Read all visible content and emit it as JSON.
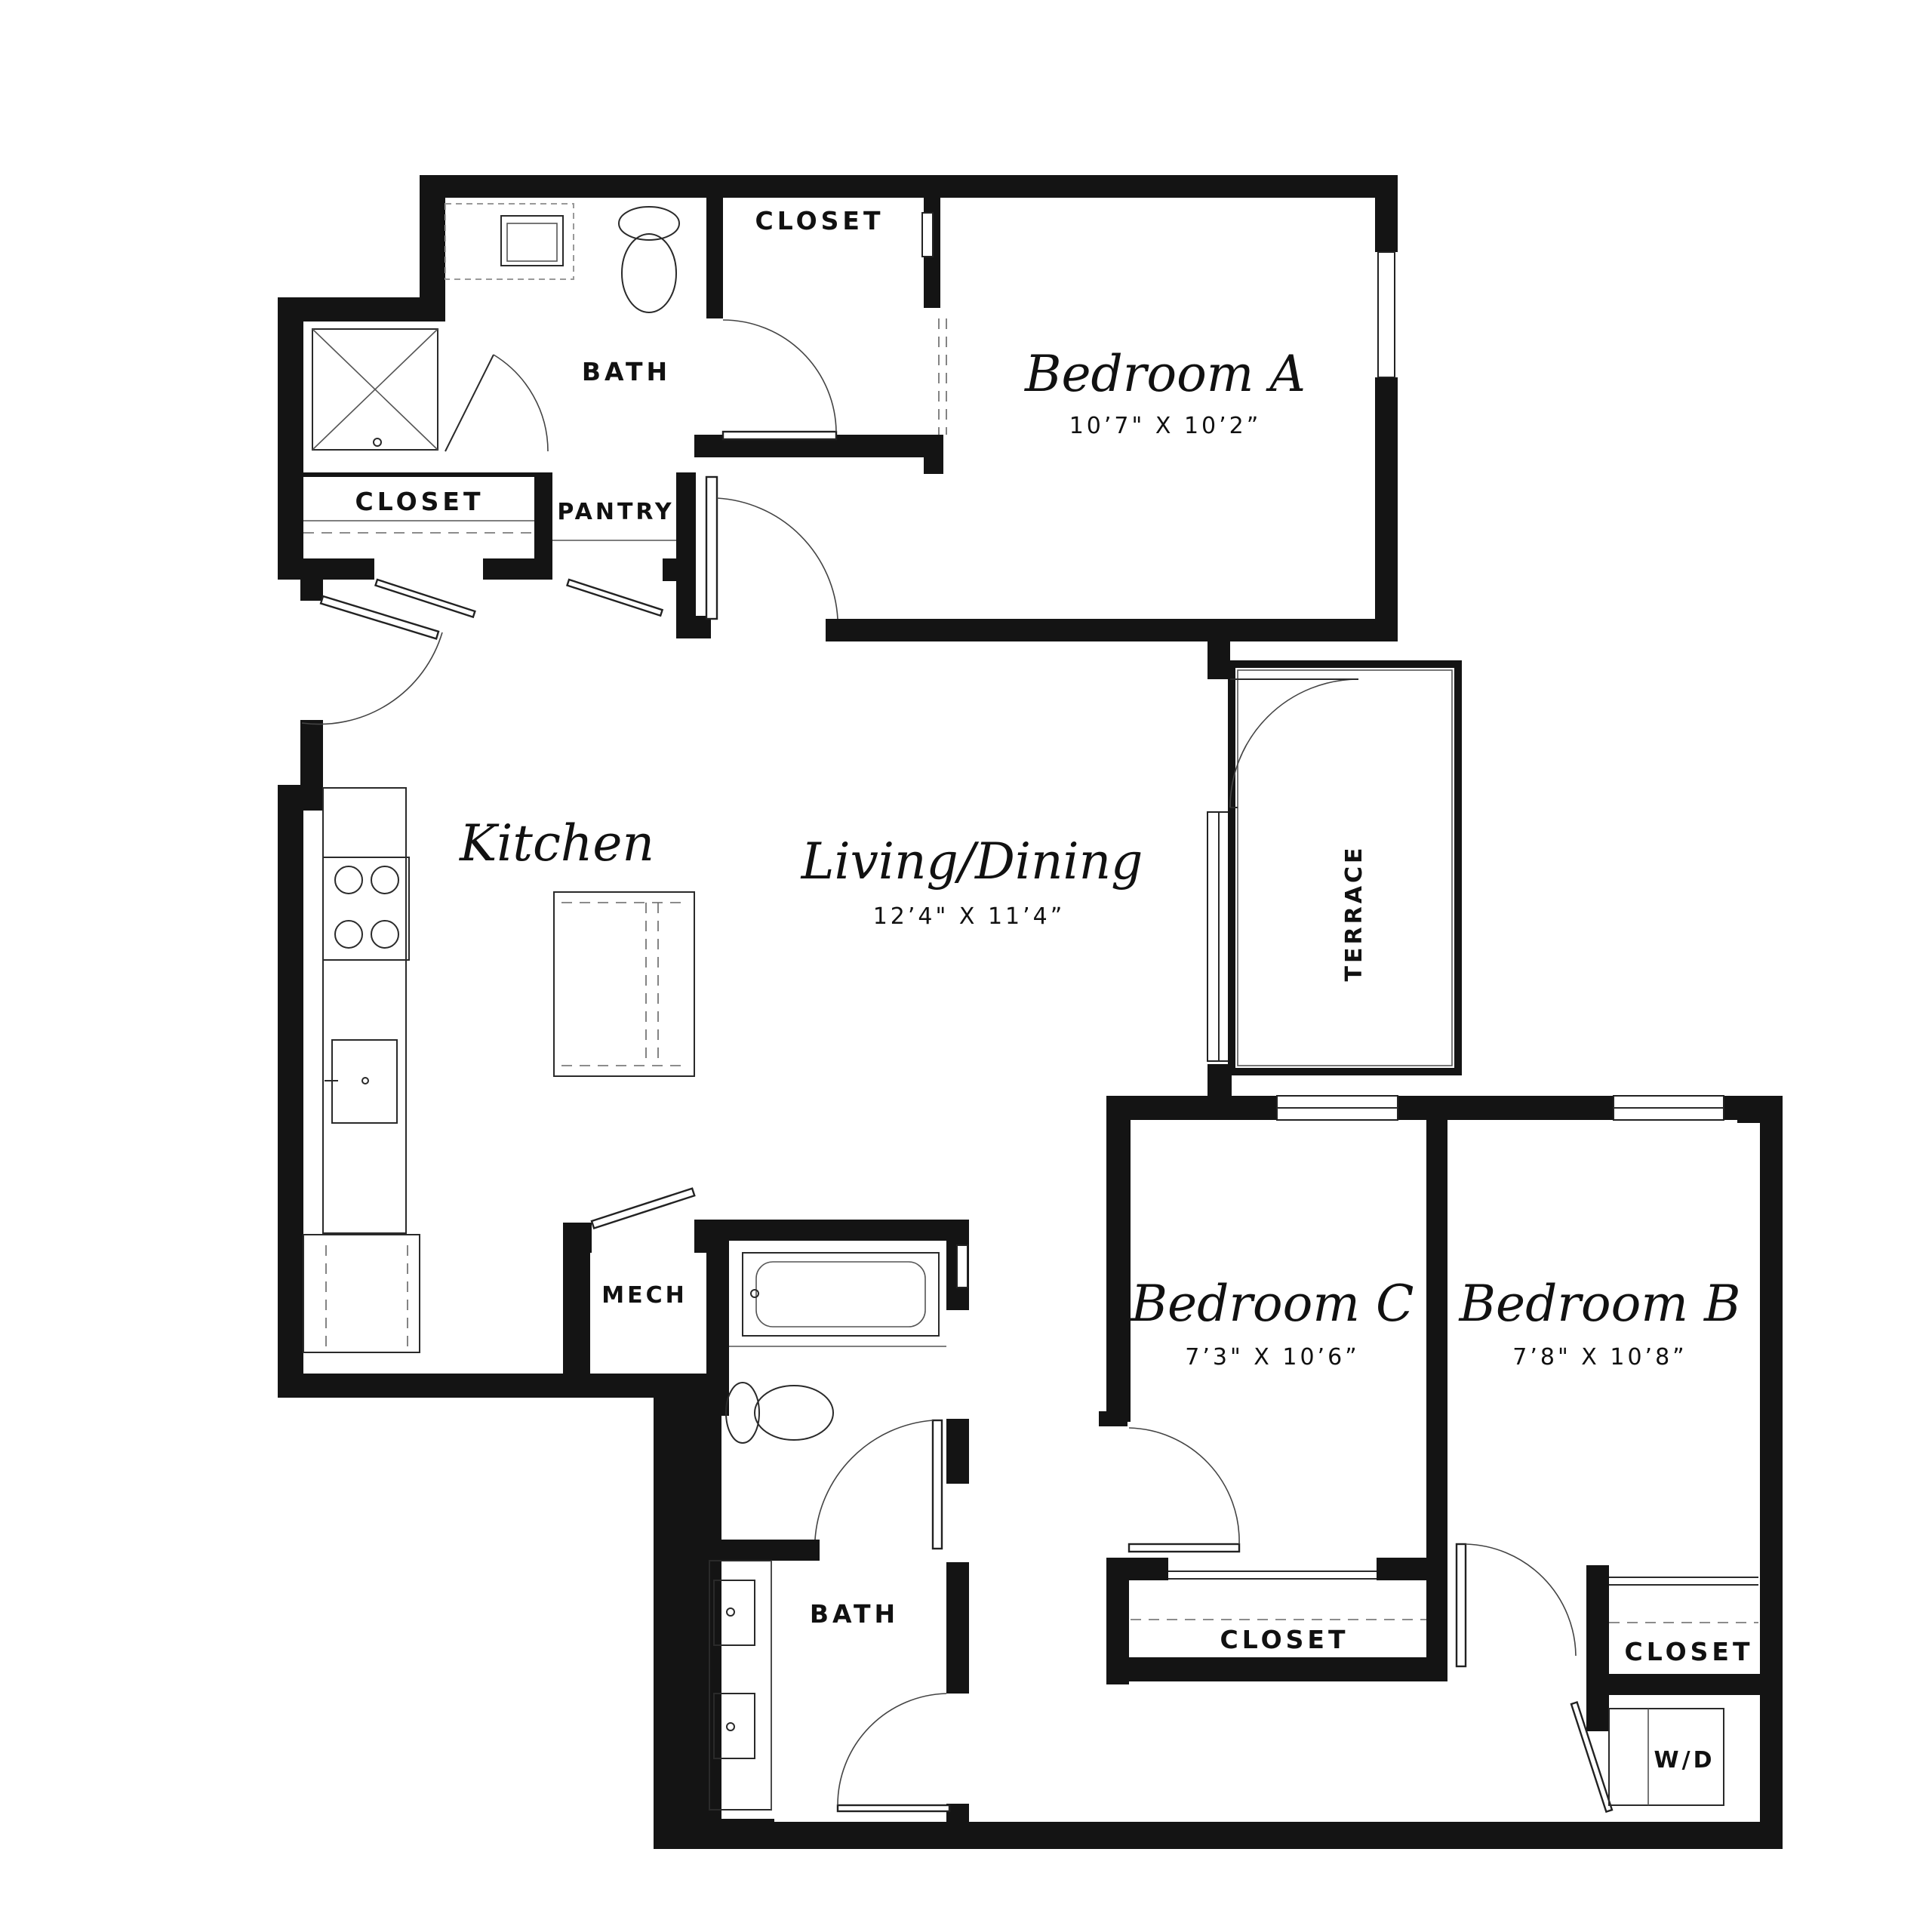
{
  "rooms": {
    "bedroom_a": {
      "name": "Bedroom A",
      "dims": "10’7\" X 10’2”"
    },
    "living": {
      "name": "Living/Dining",
      "dims": "12’4\" X 11’4”"
    },
    "kitchen": {
      "name": "Kitchen"
    },
    "bedroom_c": {
      "name": "Bedroom C",
      "dims": "7’3\" X 10’6”"
    },
    "bedroom_b": {
      "name": "Bedroom B",
      "dims": "7’8\" X 10’8”"
    }
  },
  "labels": {
    "closet_top": "CLOSET",
    "bath_top": "BATH",
    "closet_left": "CLOSET",
    "pantry": "PANTRY",
    "terrace": "TERRACE",
    "mech": "MECH",
    "bath_bottom": "BATH",
    "closet_c": "CLOSET",
    "closet_b": "CLOSET",
    "wd": "W/D"
  },
  "colors": {
    "wall": "#141414",
    "background": "#ffffff",
    "linework": "#2a2a2a"
  }
}
